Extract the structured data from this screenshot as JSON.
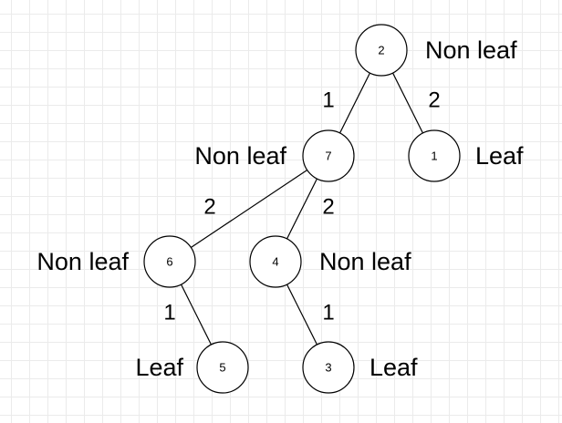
{
  "tree": {
    "nodes": [
      {
        "id": "n2",
        "label": "2",
        "type": "Non leaf"
      },
      {
        "id": "n7",
        "label": "7",
        "type": "Non leaf"
      },
      {
        "id": "n1",
        "label": "1",
        "type": "Leaf"
      },
      {
        "id": "n6",
        "label": "6",
        "type": "Non leaf"
      },
      {
        "id": "n4",
        "label": "4",
        "type": "Non leaf"
      },
      {
        "id": "n5",
        "label": "5",
        "type": "Leaf"
      },
      {
        "id": "n3",
        "label": "3",
        "type": "Leaf"
      }
    ],
    "edges": [
      {
        "from": "n2",
        "to": "n7",
        "label": "1"
      },
      {
        "from": "n2",
        "to": "n1",
        "label": "2"
      },
      {
        "from": "n7",
        "to": "n6",
        "label": "2"
      },
      {
        "from": "n7",
        "to": "n4",
        "label": "2"
      },
      {
        "from": "n6",
        "to": "n5",
        "label": "1"
      },
      {
        "from": "n4",
        "to": "n3",
        "label": "1"
      }
    ]
  }
}
